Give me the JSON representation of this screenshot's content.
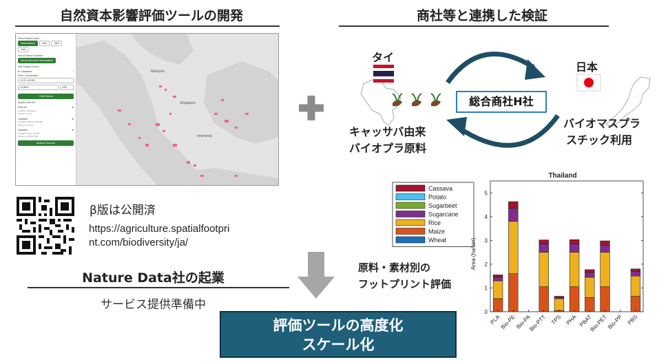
{
  "left": {
    "title": "自然資本影響評価ツールの開発",
    "beta_text": "β版は公開済",
    "url_line1": "https://agriculture.spatialfootpri",
    "url_line2": "nt.com/biodiversity/ja/",
    "startup_title": "Nature Data社の起業",
    "service_text": "サービス提供準備中"
  },
  "right": {
    "title": "商社等と連携した検証",
    "thailand_label": "タイ",
    "japan_label": "日本",
    "company_label": "総合商社H社",
    "cassava_line1": "キャッサバ由来",
    "cassava_line2": "バイオプラ原料",
    "bioplastic_line1": "バイオマスプラ",
    "bioplastic_line2": "スチック利用",
    "footprint_line1": "原料・素材別の",
    "footprint_line2": "フットプリント評価"
  },
  "result": {
    "line1": "評価ツールの高度化",
    "line2": "スケール化"
  },
  "app": {
    "select_nature_issue": "Select Nature Issue",
    "issue_tabs": [
      "Deforestation",
      "Tab2",
      "Tab3",
      "Tab4"
    ],
    "select_nature_indicator": "Select Nature Indicator",
    "indicator": "Woody Biomass Deforestation",
    "add_supply_source": "Add Supply Source",
    "crop": "Cassava",
    "enter_coordinates": "Enter Coordinates",
    "coordinate_value": "12.22, 40.255",
    "volume_value": "24.9813",
    "volume_unit": "USD",
    "add_source_button": "+ Add Source",
    "supply_sources_label": "Supply Sources",
    "sources": [
      {
        "name": "Palm oil",
        "location": "Location: Indonesia",
        "volume": "Volume: 21 ton"
      },
      {
        "name": "Cassava",
        "location": "Location: 4.5673, 116.5481",
        "volume": "Volume: 12.9 ton"
      },
      {
        "name": "Cassava",
        "location": "Location: 12.23, 40.255",
        "volume": "Volume: 24.9813 USD"
      }
    ],
    "analyze_button": "Analyze Sources",
    "map_labels": [
      "Malaysia",
      "Singapore",
      "Indonesia"
    ]
  },
  "colors": {
    "result_box": "#1f5f7a",
    "cycle_arrow": "#1e4e64",
    "company_border": "#2e7bc4",
    "app_green": "#2e7d32"
  },
  "chart_data": {
    "type": "bar",
    "stacked": true,
    "title": "Thailand",
    "ylabel": "Area (ha/ton)",
    "ylim": [
      0,
      5.5
    ],
    "yticks": [
      0,
      1,
      2,
      3,
      4,
      5
    ],
    "categories": [
      "PLA",
      "Bio-PE",
      "Bio-PA",
      "Bio-PTT",
      "TPS",
      "PHA",
      "PBAT",
      "Bio-PET",
      "Bio-PP",
      "PBS"
    ],
    "legend_position": "top-left",
    "series": [
      {
        "name": "Wheat",
        "color": "#1a6fb8",
        "values": [
          0,
          0,
          0,
          0,
          0,
          0,
          0,
          0,
          0,
          0
        ]
      },
      {
        "name": "Maize",
        "color": "#d95319",
        "values": [
          0.55,
          1.6,
          0,
          1.05,
          0.05,
          1.05,
          0.6,
          1.05,
          0,
          0.65
        ]
      },
      {
        "name": "Rice",
        "color": "#edb120",
        "values": [
          0.75,
          2.2,
          0,
          1.45,
          0.5,
          1.45,
          0.85,
          1.45,
          0,
          0.85
        ]
      },
      {
        "name": "Sugarcane",
        "color": "#7e2f8e",
        "values": [
          0.15,
          0.55,
          0,
          0.35,
          0.05,
          0.35,
          0.2,
          0.3,
          0,
          0.2
        ]
      },
      {
        "name": "Sugarbeet",
        "color": "#77ac30",
        "values": [
          0,
          0,
          0,
          0,
          0,
          0,
          0,
          0,
          0,
          0
        ]
      },
      {
        "name": "Potato",
        "color": "#4dbeee",
        "values": [
          0,
          0,
          0,
          0,
          0,
          0,
          0,
          0,
          0,
          0
        ]
      },
      {
        "name": "Cassava",
        "color": "#a2142f",
        "values": [
          0.1,
          0.28,
          0,
          0.17,
          0.05,
          0.18,
          0.12,
          0.18,
          0,
          0.1
        ]
      }
    ],
    "legend_order": [
      "Cassava",
      "Potato",
      "Sugarbeet",
      "Sugarcane",
      "Rice",
      "Maize",
      "Wheat"
    ]
  }
}
